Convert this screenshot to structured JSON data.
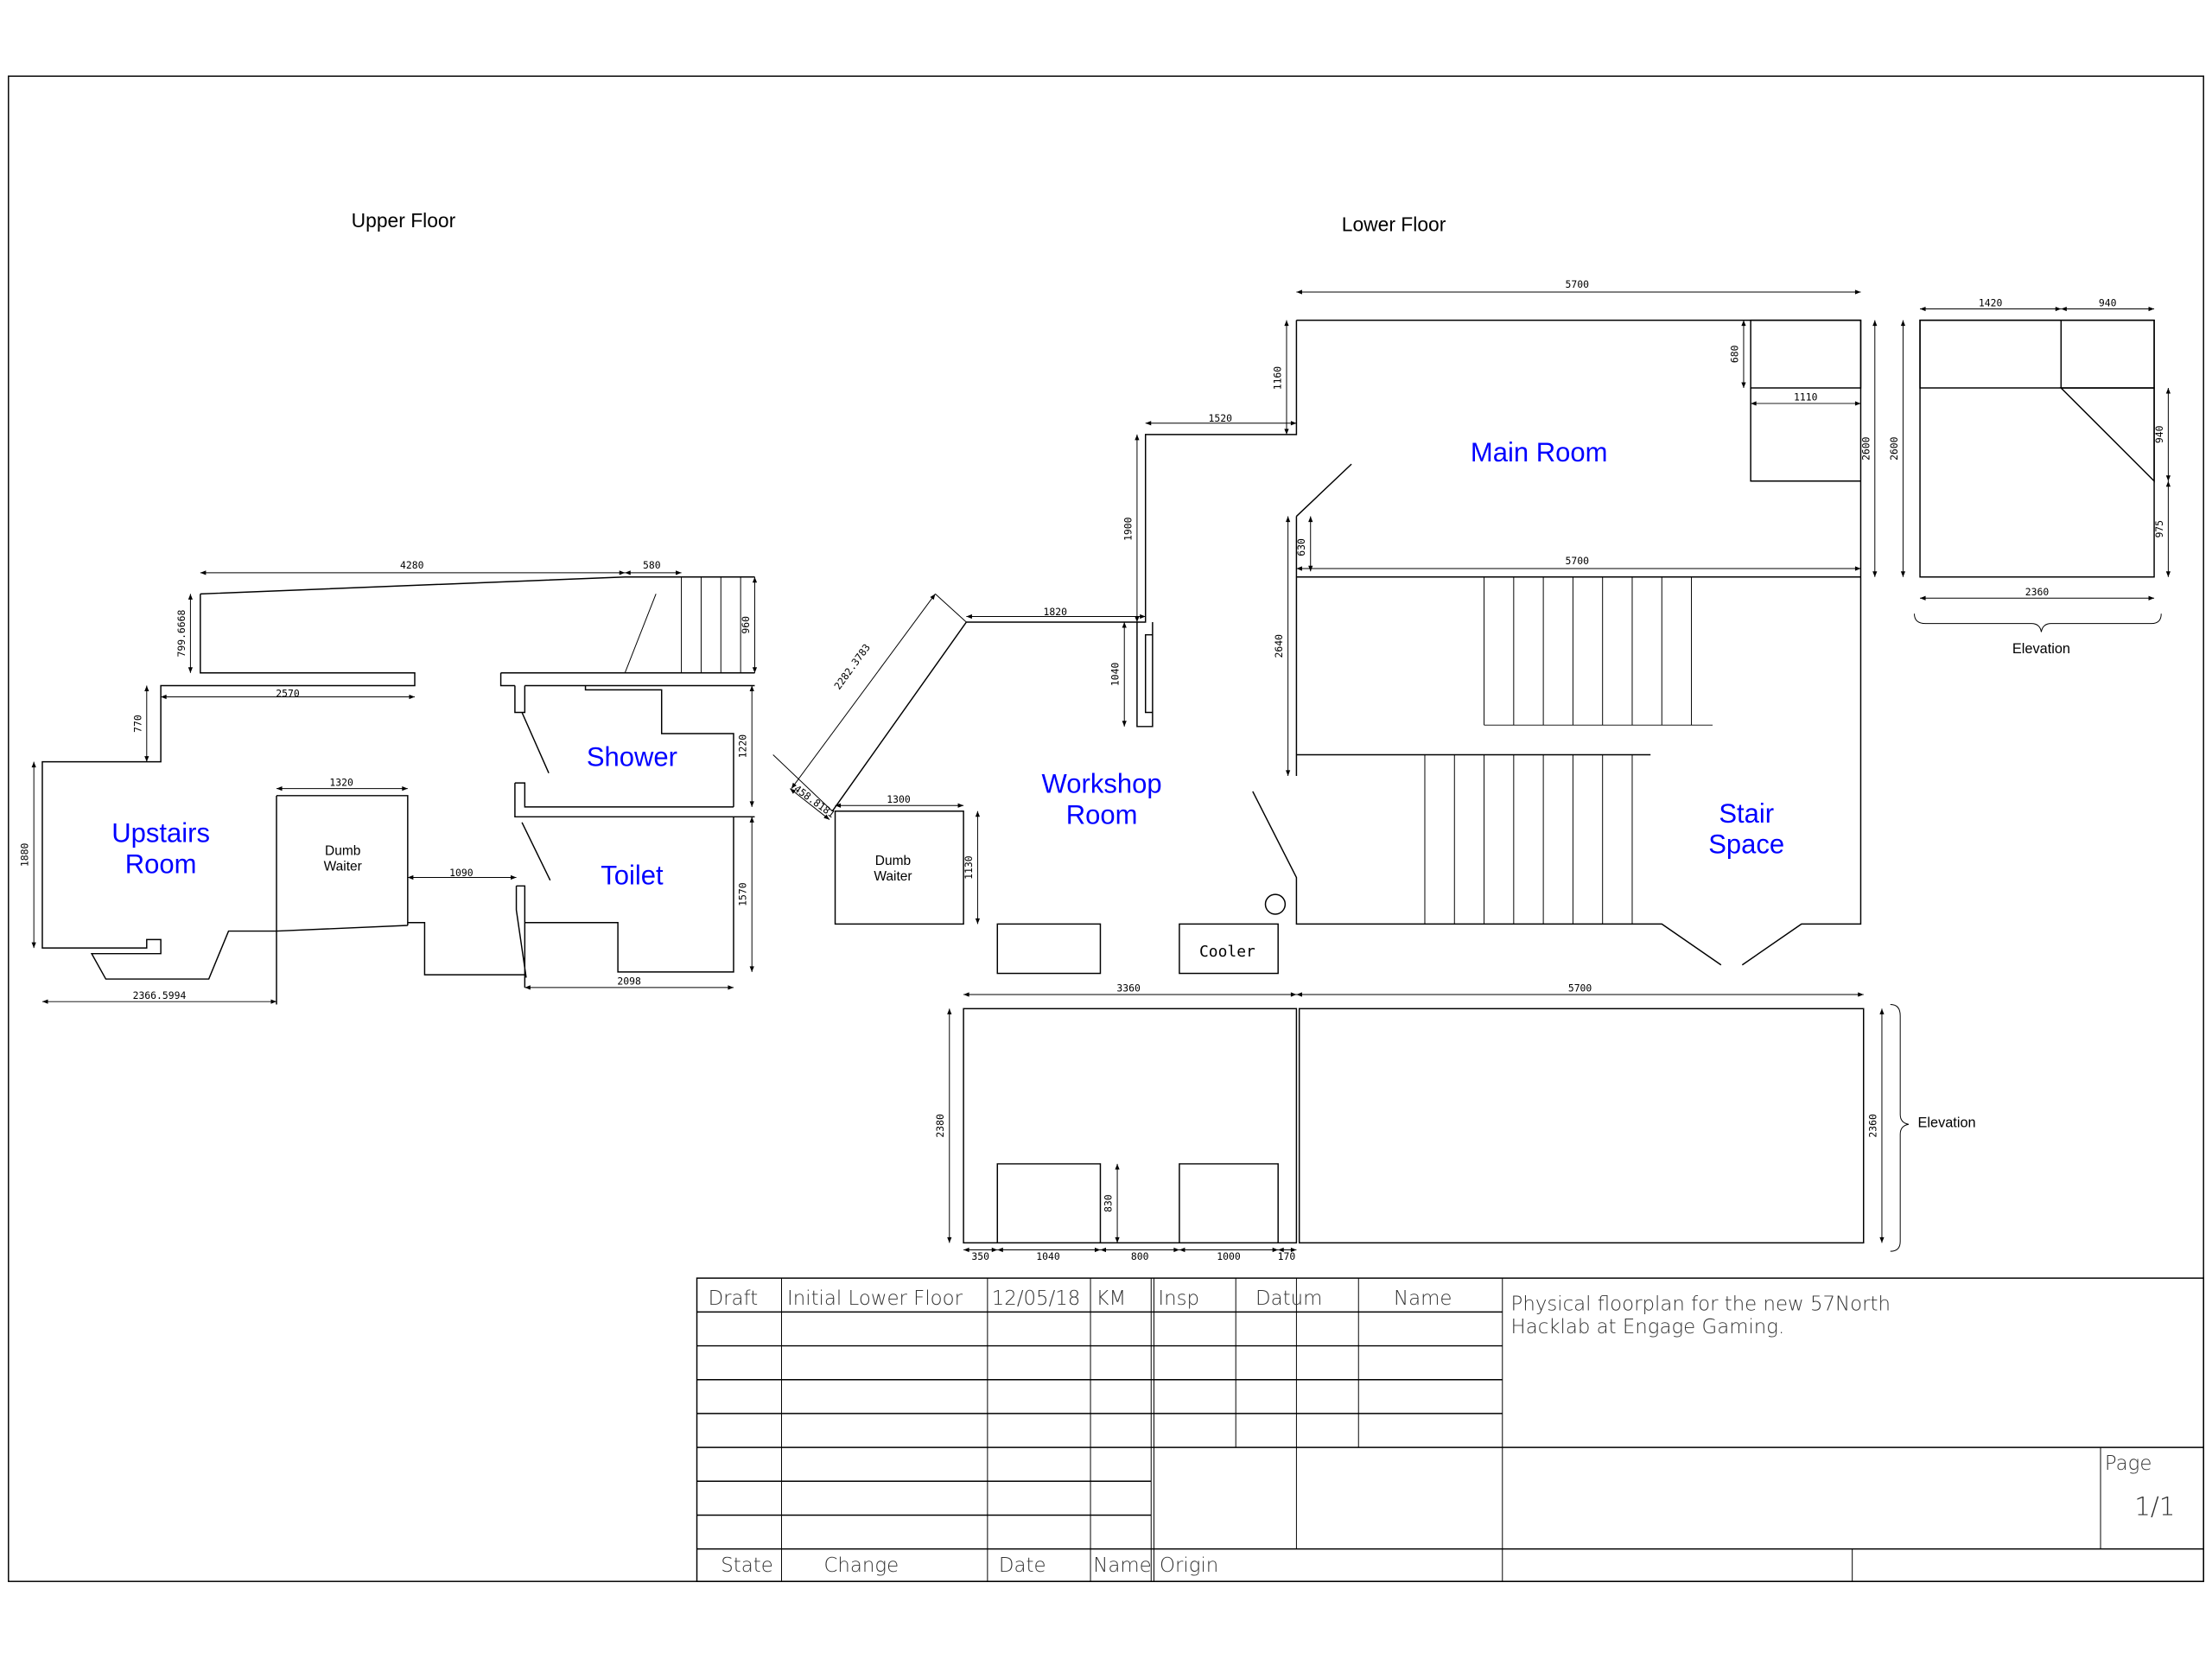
{
  "titles": {
    "upper_floor": "Upper Floor",
    "lower_floor": "Lower Floor",
    "elevation_right": "Elevation",
    "elevation_bottom": "Elevation"
  },
  "rooms": {
    "upstairs": [
      "Upstairs",
      "Room"
    ],
    "shower": "Shower",
    "toilet": "Toilet",
    "dumb_waiter_upper": [
      "Dumb",
      "Waiter"
    ],
    "main": "Main Room",
    "workshop": [
      "Workshop",
      "Room"
    ],
    "stair": [
      "Stair",
      "Space"
    ],
    "dumb_waiter_lower": [
      "Dumb",
      "Waiter"
    ],
    "cooler": "Cooler"
  },
  "dims": {
    "upper": {
      "d4280": "4280",
      "d580": "580",
      "d960": "960",
      "d799": "799.6668",
      "d2570": "2570",
      "d770": "770",
      "d1880": "1880",
      "d2366": "2366.5994",
      "d1320": "1320",
      "d1090": "1090",
      "d1220": "1220",
      "d1570": "1570",
      "d2098": "2098"
    },
    "lower": {
      "d5700a": "5700",
      "d1160": "1160",
      "d1520": "1520",
      "d1900": "1900",
      "d1820": "1820",
      "d2282": "2282.3783",
      "d458": "458.8181",
      "d1040": "1040",
      "d1300": "1300",
      "d1130": "1130",
      "d630": "630",
      "d2640": "2640",
      "d5700b": "5700",
      "d680": "680",
      "d1110": "1110",
      "d2600": "2600"
    },
    "elev_right": {
      "d1420": "1420",
      "d940a": "940",
      "d2600": "2600",
      "d940b": "940",
      "d975": "975",
      "d2360": "2360"
    },
    "elev_bottom": {
      "d3360": "3360",
      "d5700": "5700",
      "d2380": "2380",
      "d2360": "2360",
      "d830": "830",
      "d350": "350",
      "d1040": "1040",
      "d800": "800",
      "d1000": "1000",
      "d170": "170"
    }
  },
  "title_block": {
    "row1": {
      "state": "Draft",
      "change": "Initial Lower Floor",
      "date": "12/05/18",
      "name": "KM"
    },
    "headers": {
      "insp": "Insp",
      "datum": "Datum",
      "name": "Name"
    },
    "description": [
      "Physical floorplan for the new 57North",
      "Hacklab at Engage Gaming."
    ],
    "page_label": "Page",
    "page_value": "1/1",
    "footer": {
      "state": "State",
      "change": "Change",
      "date": "Date",
      "name": "Name",
      "origin": "Origin"
    }
  }
}
